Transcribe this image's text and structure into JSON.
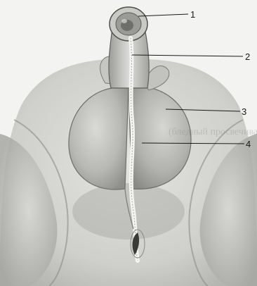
{
  "figure": {
    "labels": [
      "1",
      "2",
      "3",
      "4"
    ]
  },
  "bleed_through_text": [
    "(бледный просвечивающий текст с обратной стороны страницы — неразборчив)"
  ]
}
